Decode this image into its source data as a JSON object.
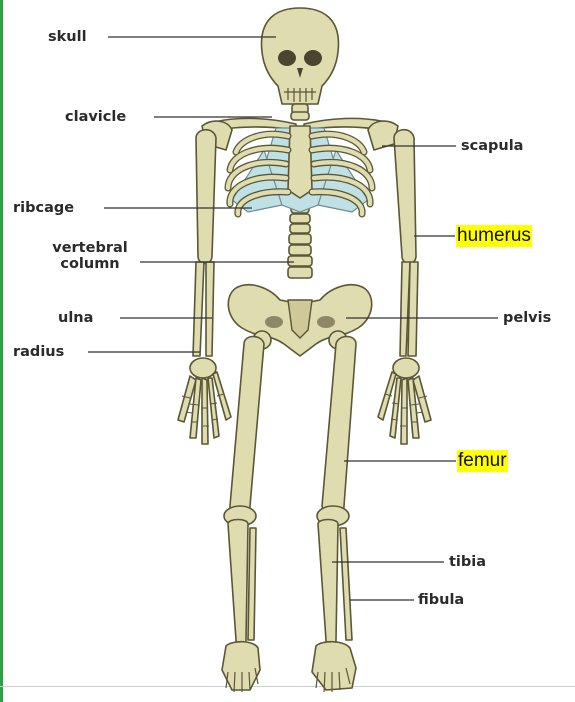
{
  "labels": {
    "skull": "skull",
    "clavicle": "clavicle",
    "scapula": "scapula",
    "ribcage": "ribcage",
    "vertebral_line1": "vertebral",
    "vertebral_line2": "column",
    "humerus": "humerus",
    "ulna": "ulna",
    "pelvis": "pelvis",
    "radius": "radius",
    "femur": "femur",
    "tibia": "tibia",
    "fibula": "fibula"
  },
  "colors": {
    "bone": "#dfdcb0",
    "bone_outline": "#5b5636",
    "cartilage": "#bfe0e4",
    "leader_line": "#333333",
    "highlight": "#ffff00",
    "left_border": "#2ea043"
  }
}
